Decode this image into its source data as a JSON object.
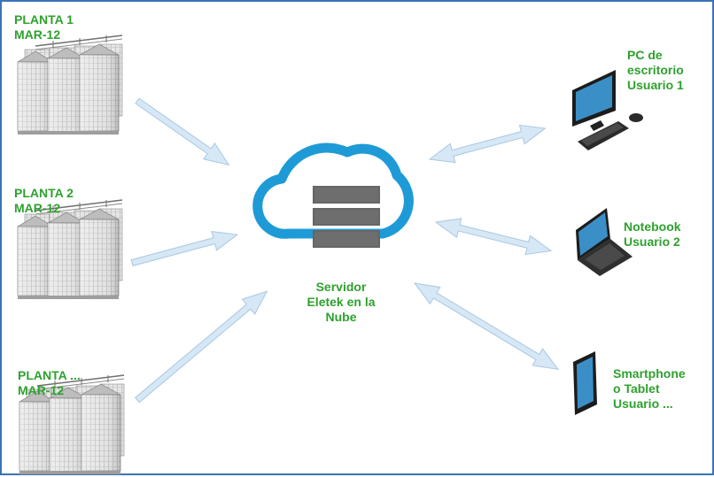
{
  "plants": [
    {
      "name": "PLANTA 1",
      "model": "MAR-12"
    },
    {
      "name": "PLANTA 2",
      "model": "MAR-12"
    },
    {
      "name": "PLANTA ...",
      "model": "MAR-12"
    }
  ],
  "server": {
    "lines": [
      "Servidor",
      "Eletek en la",
      "Nube"
    ]
  },
  "devices": [
    {
      "icon": "desktop-pc-icon",
      "lines": [
        "PC de",
        "escritorio",
        "Usuario 1"
      ]
    },
    {
      "icon": "laptop-icon",
      "lines": [
        "Notebook",
        "Usuario 2"
      ]
    },
    {
      "icon": "tablet-icon",
      "lines": [
        "Smartphone",
        "o Tablet",
        "Usuario ..."
      ]
    }
  ],
  "colors": {
    "label": "#2ea12e",
    "cloud": "#1e9bd7",
    "arrow_fill": "#d6e7f5",
    "arrow_stroke": "#a9c8e2",
    "frame": "#3a73b8"
  }
}
